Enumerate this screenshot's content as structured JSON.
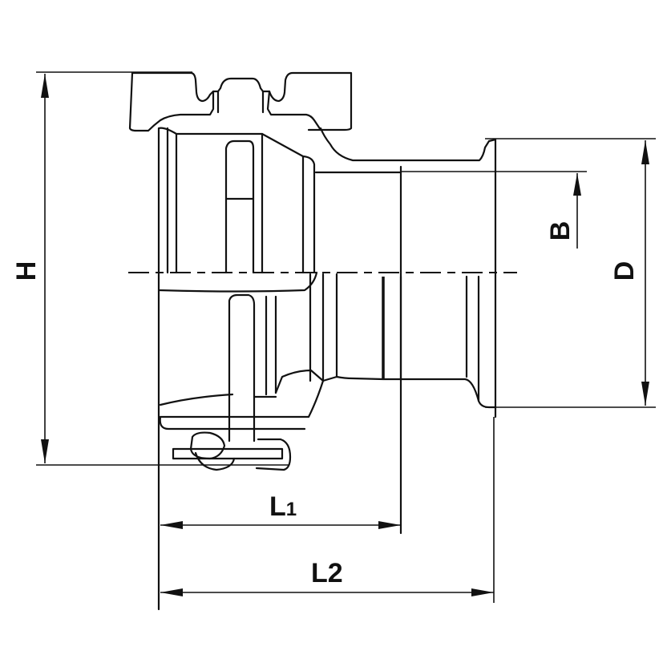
{
  "drawing": {
    "subject": "valve technical dimension drawing",
    "dimensions": {
      "H": {
        "label": "H"
      },
      "B": {
        "label": "B"
      },
      "D": {
        "label": "D"
      },
      "L1": {
        "label": "L",
        "subscript": "1"
      },
      "L2": {
        "label": "L",
        "subscript": "2"
      }
    },
    "colors": {
      "line": "#111111",
      "background": "#ffffff"
    }
  }
}
